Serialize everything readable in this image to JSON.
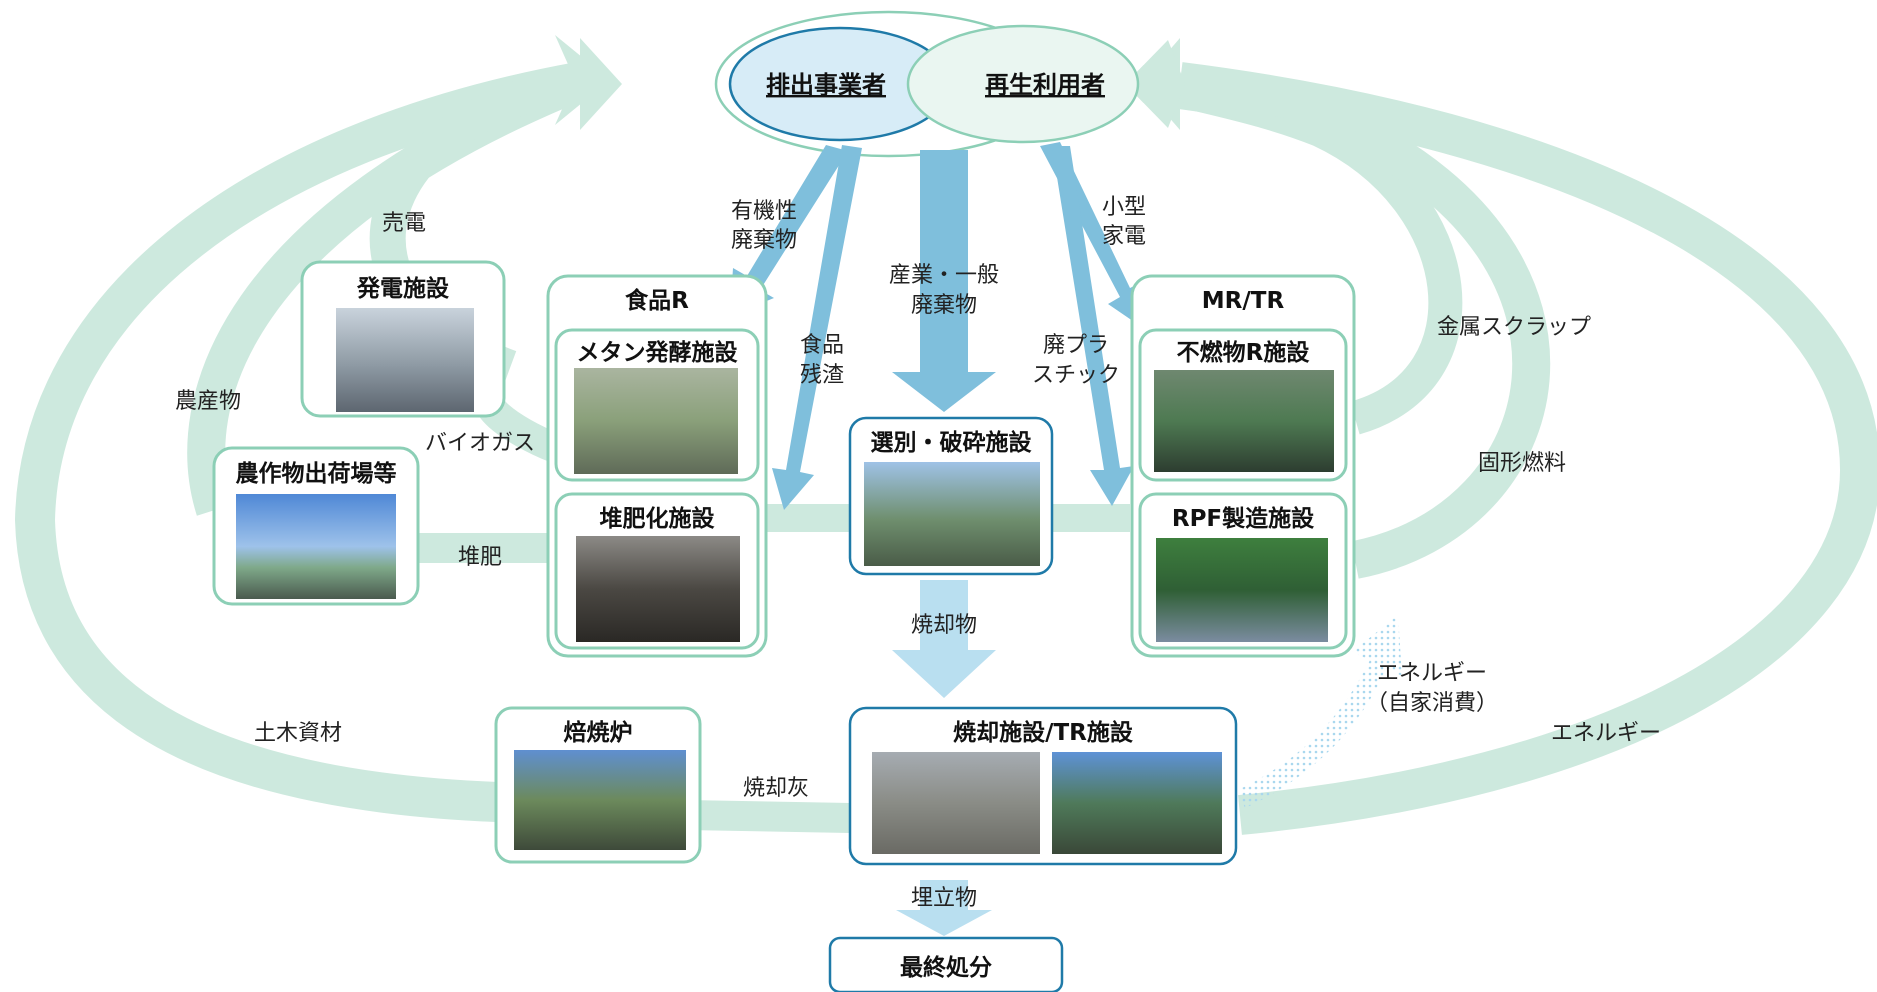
{
  "actors": {
    "emitter": "排出事業者",
    "user": "再生利用者"
  },
  "flows": {
    "organic_waste": [
      "有機性",
      "廃棄物"
    ],
    "industrial_waste": [
      "産業・一般",
      "廃棄物"
    ],
    "small_appliances": [
      "小型",
      "家電"
    ],
    "food_residue": [
      "食品",
      "残渣"
    ],
    "waste_plastic": [
      "廃プラ",
      "スチック"
    ],
    "incinerated": "焼却物",
    "landfill": "埋立物",
    "incineration_ash": "焼却灰",
    "electricity_sale": "売電",
    "agri_products": "農産物",
    "biogas": "バイオガス",
    "compost": "堆肥",
    "civil_material": "土木資材",
    "metal_scrap": "金属スクラップ",
    "solid_fuel": "固形燃料",
    "energy_self": [
      "エネルギー",
      "（自家消費）"
    ],
    "energy": "エネルギー"
  },
  "facilities": {
    "power": "発電施設",
    "agri_shipping": "農作物出荷場等",
    "food_r_group": "食品R",
    "methane": "メタン発酵施設",
    "compost": "堆肥化施設",
    "sorting": "選別・破砕施設",
    "mrtr_group": "MR/TR",
    "noncombustible": "不燃物R施設",
    "rpf": "RPF製造施設",
    "roaster": "焙焼炉",
    "incineration": "焼却施設/TR施設",
    "final_disposal": "最終処分"
  },
  "colors": {
    "cycle_green": "#cde9de",
    "box_green": "#8ccfb6",
    "arrow_blue": "#7fbfdc",
    "arrow_light": "#b9dff0",
    "ellipse_blue": "#d7ecf7",
    "ellipse_green": "#eaf6f1",
    "final_border": "#1f7aa8"
  }
}
